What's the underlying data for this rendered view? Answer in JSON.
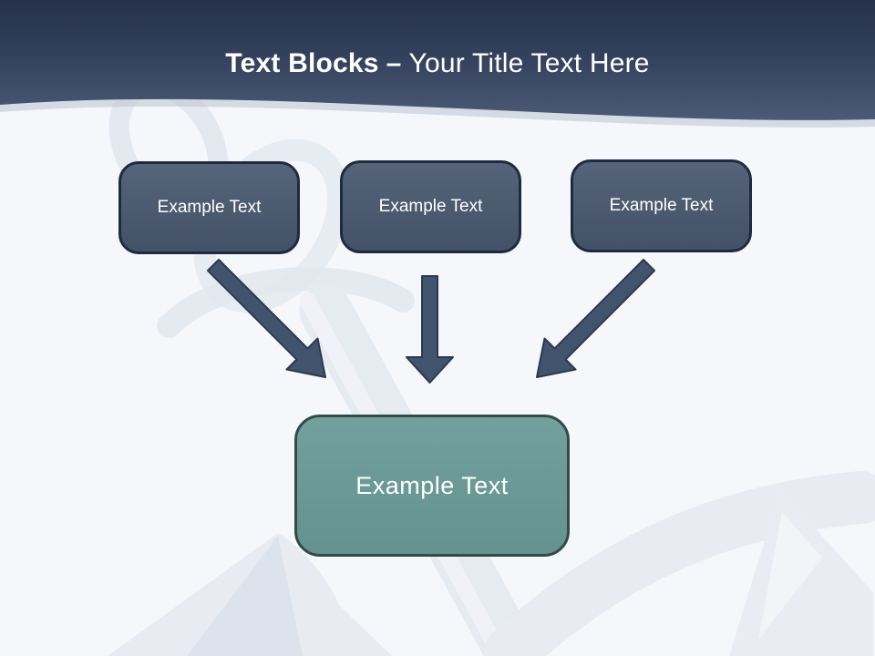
{
  "title": {
    "emphasis": "Text Blocks",
    "separator": "–",
    "rest": "Your Title Text Here"
  },
  "blocks": [
    {
      "label": "Example Text"
    },
    {
      "label": "Example Text"
    },
    {
      "label": "Example Text"
    }
  ],
  "result_block": {
    "label": "Example Text"
  },
  "colors": {
    "header_top": "#26324b",
    "header_mid": "#33405b",
    "header_bottom": "#4c5a75",
    "wave_shadow": "#b6bfce",
    "block_fill": "#49586f",
    "block_border": "#1d2b40",
    "arrow_fill": "#42546d",
    "arrow_border": "#2b3950",
    "result_fill": "#699a97",
    "result_border": "#324b47",
    "text_color": "#ffffff",
    "background": "#f5f7fa"
  }
}
